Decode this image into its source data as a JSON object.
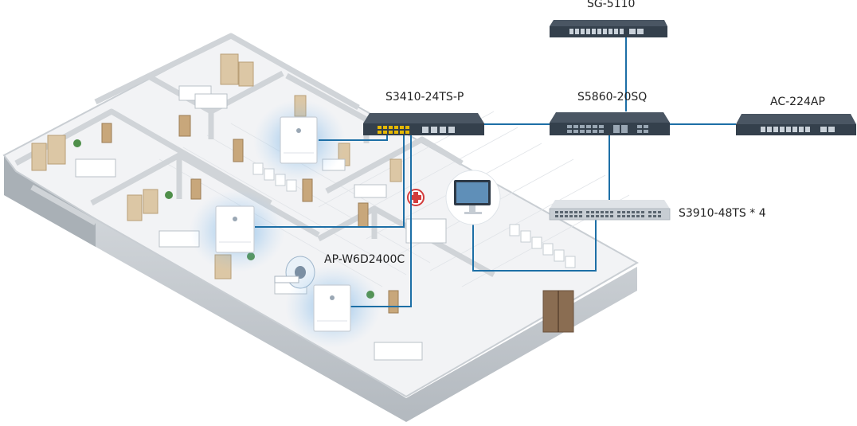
{
  "devices": {
    "gateway": {
      "label": "SG-5110",
      "icon": "rack-gateway-icon"
    },
    "core_switch": {
      "label": "S5860-20SQ",
      "icon": "rack-core-switch-icon"
    },
    "access_switch": {
      "label": "S3410-24TS-P",
      "icon": "rack-poe-switch-icon"
    },
    "controller": {
      "label": "AC-224AP",
      "icon": "rack-controller-icon"
    },
    "floor_switch": {
      "label": "S3910-48TS * 4",
      "icon": "rack-48port-switch-icon"
    },
    "access_point": {
      "label": "AP-W6D2400C",
      "icon": "wall-plate-ap-icon"
    }
  },
  "colors": {
    "link": "#1d6fa6",
    "device_body": "#34404c",
    "port_poe": "#e6b800",
    "wifi_glow": "#3d8fd9"
  }
}
